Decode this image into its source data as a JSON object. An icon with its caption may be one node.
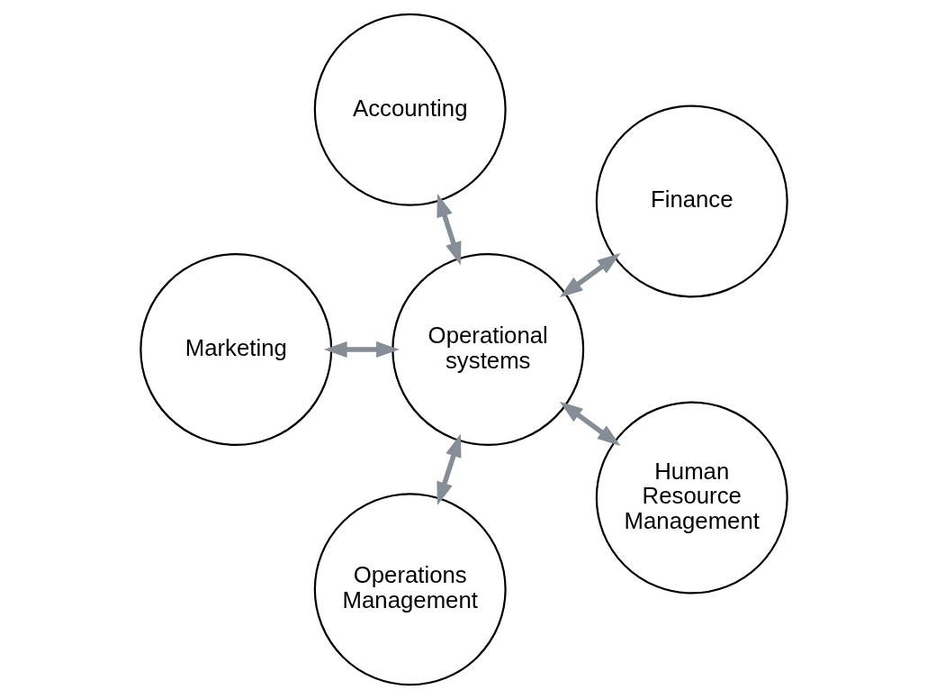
{
  "diagram": {
    "nodes": [
      {
        "text": [
          "Finance"
        ]
      },
      {
        "text": [
          "Accounting"
        ]
      },
      {
        "text": [
          "Marketing"
        ]
      },
      {
        "text": [
          "Operational systems"
        ]
      },
      {
        "text": [
          "Operations Management"
        ]
      },
      {
        "text": [
          "Human Resource Management"
        ]
      }
    ],
    "edges": [
      {
        "from": 3,
        "to": 0,
        "arrow": "both"
      },
      {
        "from": 3,
        "to": 1,
        "arrow": "both"
      },
      {
        "from": 3,
        "to": 2,
        "arrow": "both"
      },
      {
        "from": 3,
        "to": 4,
        "arrow": "both"
      },
      {
        "from": 3,
        "to": 5,
        "arrow": "both"
      }
    ]
  }
}
